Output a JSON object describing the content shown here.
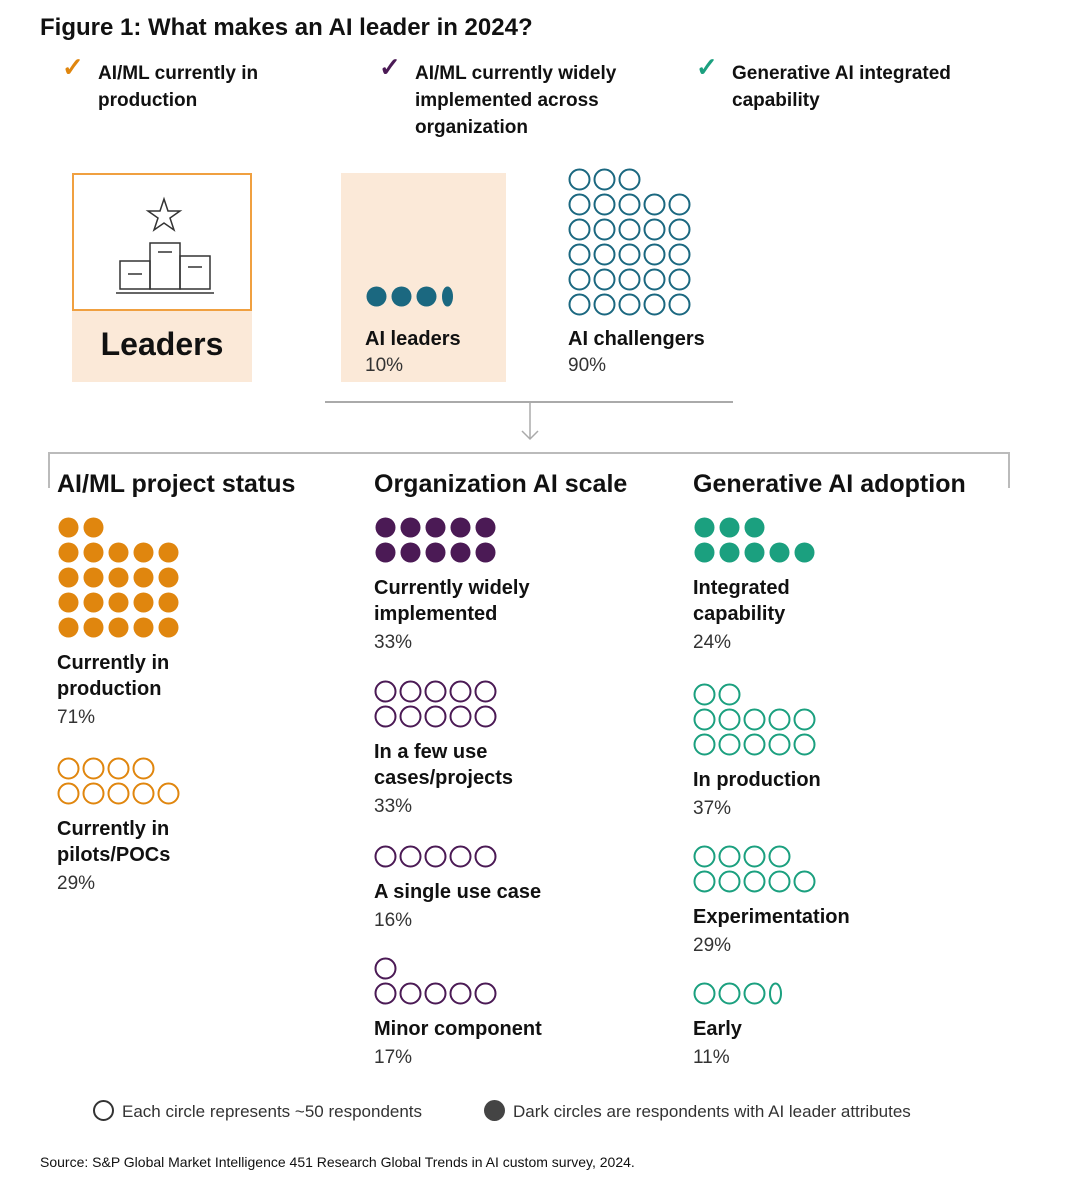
{
  "title": "Figure 1: What makes an AI leader in 2024?",
  "legend": [
    {
      "label": "AI/ML currently in production",
      "color": "#E0860E"
    },
    {
      "label": "AI/ML currently widely implemented across organization",
      "color": "#4B1A55"
    },
    {
      "label": "Generative AI integrated capability",
      "color": "#1BA07F"
    }
  ],
  "leaders_box": {
    "label": "Leaders"
  },
  "segments": [
    {
      "label": "AI leaders",
      "pct": "10%",
      "circles": 3.5,
      "filled": true,
      "color": "#1B6880"
    },
    {
      "label": "AI challengers",
      "pct": "90%",
      "circles": 27.5,
      "filled": false,
      "color": "#1B6880"
    }
  ],
  "columns": [
    {
      "heading": "AI/ML project status",
      "color": "#E0860E",
      "items": [
        {
          "label": "Currently in production",
          "pct": "71%",
          "circles": 21.5,
          "filled": true
        },
        {
          "label": "Currently in pilots/POCs",
          "pct": "29%",
          "circles": 9,
          "filled": false
        }
      ]
    },
    {
      "heading": "Organization AI scale",
      "color": "#4B1A55",
      "items": [
        {
          "label": "Currently widely implemented",
          "pct": "33%",
          "circles": 10,
          "filled": true
        },
        {
          "label": "In a few use cases/projects",
          "pct": "33%",
          "circles": 10,
          "filled": false
        },
        {
          "label": "A single use case",
          "pct": "16%",
          "circles": 5,
          "filled": false
        },
        {
          "label": "Minor component",
          "pct": "17%",
          "circles": 6,
          "filled": false
        }
      ]
    },
    {
      "heading": "Generative AI adoption",
      "color": "#1BA07F",
      "items": [
        {
          "label": "Integrated capability",
          "pct": "24%",
          "circles": 7.5,
          "filled": true
        },
        {
          "label": "In production",
          "pct": "37%",
          "circles": 11.5,
          "filled": false
        },
        {
          "label": "Experimentation",
          "pct": "29%",
          "circles": 8.5,
          "filled": false
        },
        {
          "label": "Early",
          "pct": "11%",
          "circles": 3.5,
          "filled": false
        }
      ]
    }
  ],
  "footer": {
    "open": "Each circle represents ~50 respondents",
    "dark": "Dark circles are respondents with AI leader attributes"
  },
  "source": "Source: S&P Global Market Intelligence 451 Research Global Trends in AI custom survey, 2024."
}
